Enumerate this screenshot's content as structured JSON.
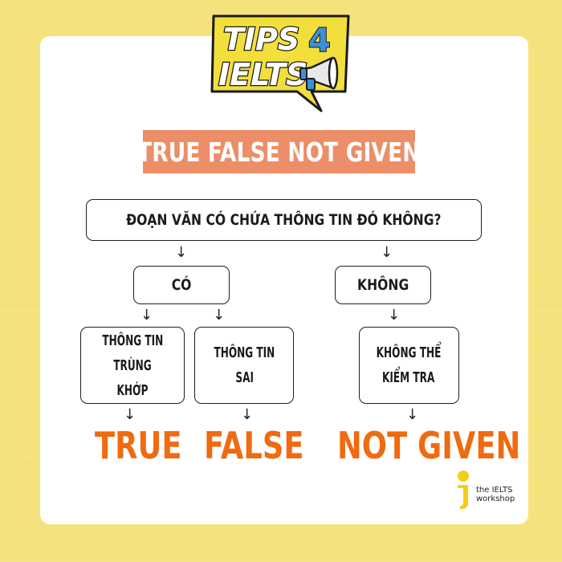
{
  "logo": {
    "line1": "TIPS",
    "number": "4",
    "line2": "IELTS",
    "icon": "megaphone-icon"
  },
  "title": "TRUE FALSE NOT GIVEN",
  "question": "ĐOẠN VĂN CÓ CHỨA THÔNG TIN ĐÓ KHÔNG?",
  "branches": {
    "yes": "CÓ",
    "no": "KHÔNG"
  },
  "leaves": {
    "match": {
      "line1": "THÔNG TIN",
      "line2": "TRÙNG KHỚP"
    },
    "wrong": {
      "line1": "THÔNG TIN",
      "line2": "SAI"
    },
    "unknown": {
      "line1": "KHÔNG THỂ",
      "line2": "KIỂM TRA"
    }
  },
  "answers": {
    "true": "TRUE",
    "false": "FALSE",
    "not_given": "NOT GIVEN"
  },
  "brand": {
    "line1": "the IELTS",
    "line2": "workshop"
  },
  "colors": {
    "background": "#f5e27d",
    "banner": "#ec8e68",
    "answer": "#f06a10",
    "logo_yellow": "#f2df3c",
    "logo_blue": "#3d8fd6"
  },
  "arrow_glyph": "↓"
}
